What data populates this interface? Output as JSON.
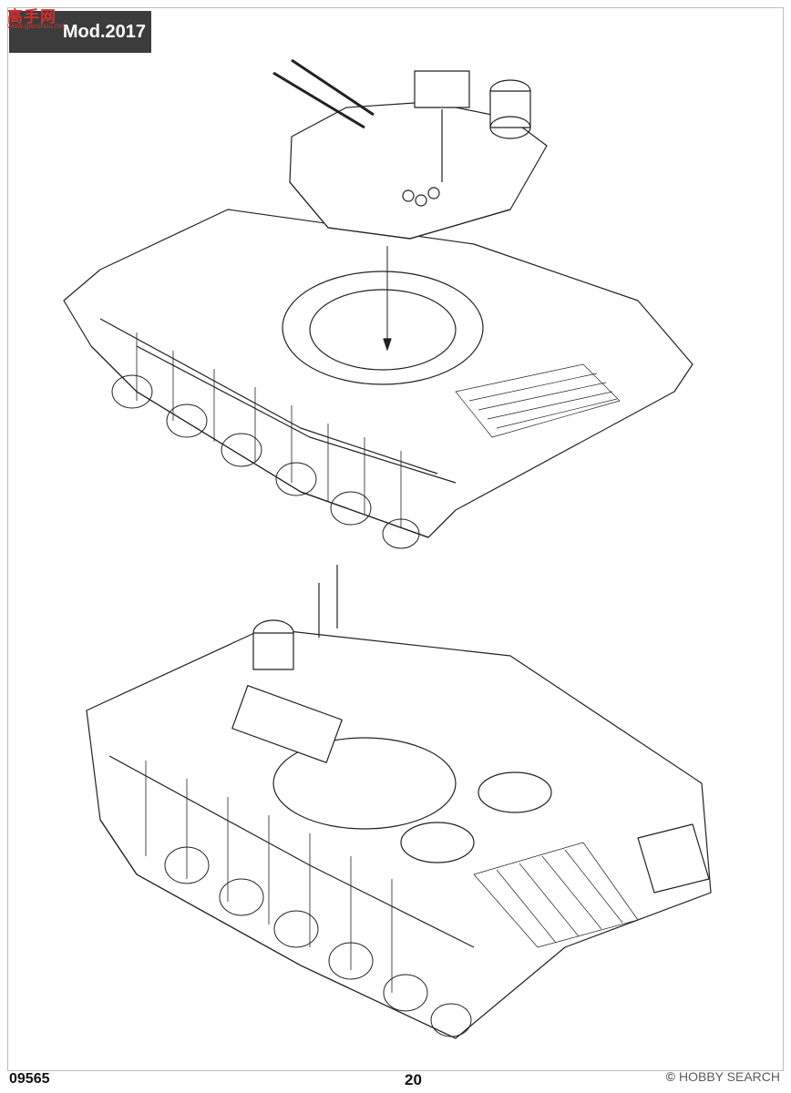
{
  "page": {
    "variant_label": "Mod.2017",
    "site_logo_text": "高手网",
    "site_logo_sub": "www.gaoshou.net",
    "product_code": "09565",
    "page_number": "20",
    "watermark_symbol": "©",
    "watermark_text": "HOBBY SEARCH"
  },
  "illustrations": [
    {
      "name": "turret-assembly-exploded",
      "icon": "turret-drawing"
    },
    {
      "name": "vehicle-rear-three-quarter",
      "icon": "vehicle-drawing"
    }
  ]
}
